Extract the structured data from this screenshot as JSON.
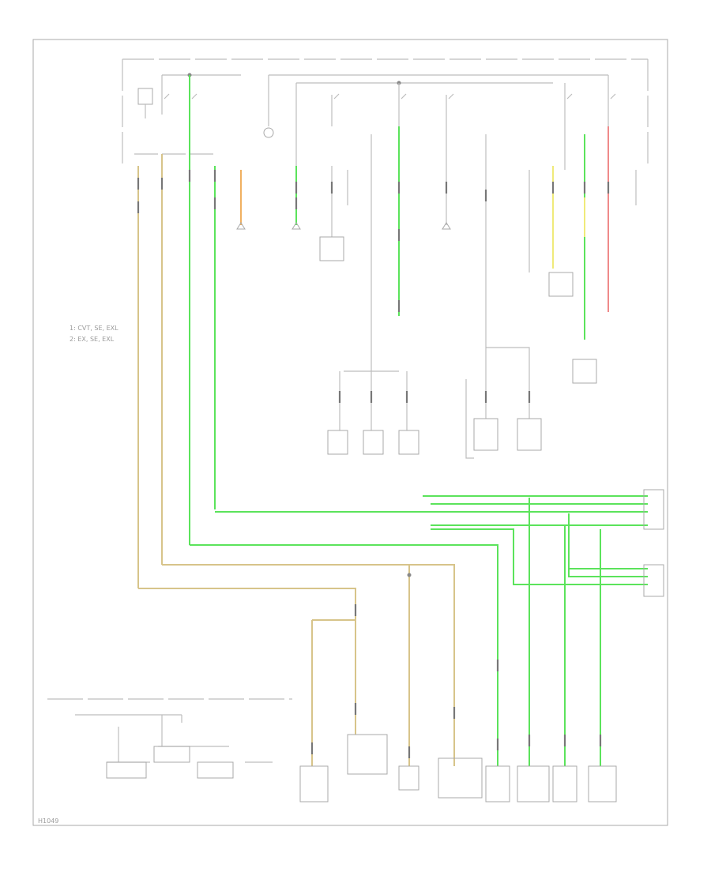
{
  "colors": {
    "wire_green": "#5be35b",
    "wire_tan": "#d7c48a",
    "wire_yellow": "#f0ea7a",
    "wire_red": "#ef8a8a",
    "wire_orange": "#f0b060",
    "wire_gray": "#bdbdbd",
    "text_gray": "#9a9a9a"
  },
  "legend": {
    "line1": "1: CVT, SE, EXL",
    "line2": "2: EX, SE, EXL"
  },
  "footer": {
    "code": "H1049"
  }
}
